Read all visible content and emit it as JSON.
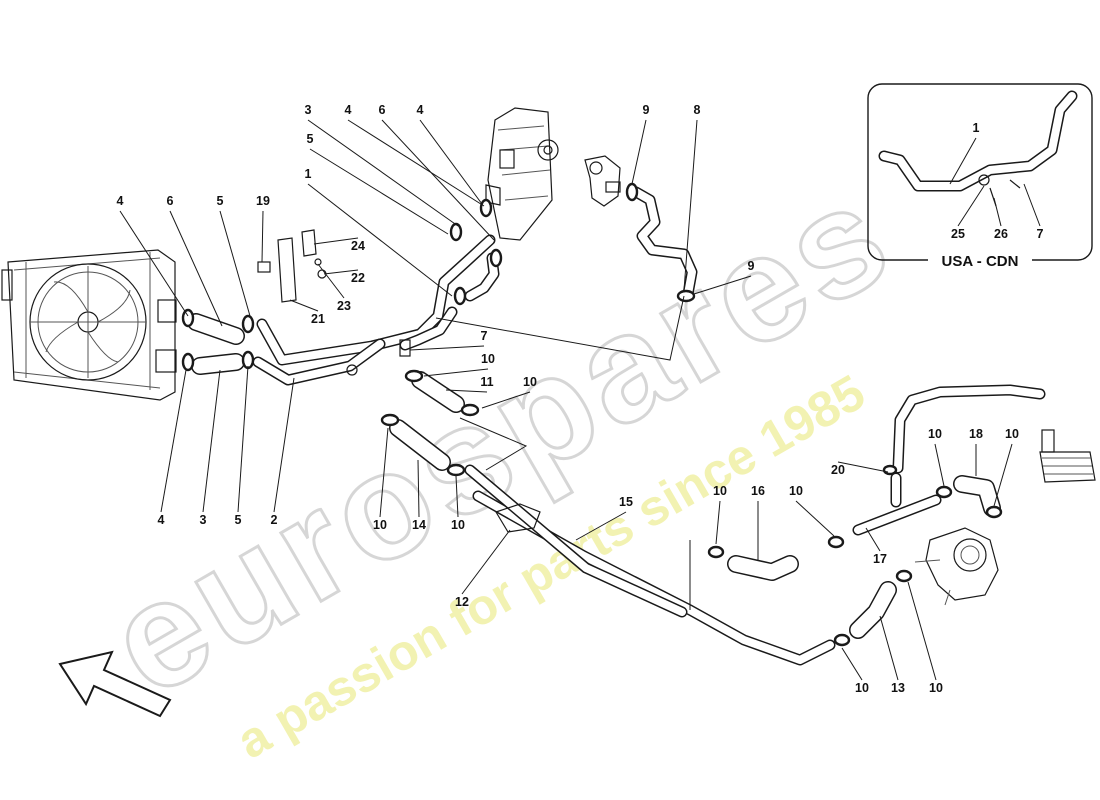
{
  "watermark": {
    "brand": "eurospares",
    "tagline": "a passion for parts since 1985"
  },
  "inset": {
    "title": "USA - CDN"
  },
  "labels": [
    {
      "text": "4"
    },
    {
      "text": "6"
    },
    {
      "text": "5"
    },
    {
      "text": "19"
    },
    {
      "text": "24"
    },
    {
      "text": "22"
    },
    {
      "text": "23"
    },
    {
      "text": "21"
    },
    {
      "text": "1"
    },
    {
      "text": "5"
    },
    {
      "text": "3"
    },
    {
      "text": "4"
    },
    {
      "text": "6"
    },
    {
      "text": "4"
    },
    {
      "text": "9"
    },
    {
      "text": "8"
    },
    {
      "text": "9"
    },
    {
      "text": "7"
    },
    {
      "text": "10"
    },
    {
      "text": "11"
    },
    {
      "text": "10"
    },
    {
      "text": "4"
    },
    {
      "text": "3"
    },
    {
      "text": "5"
    },
    {
      "text": "2"
    },
    {
      "text": "10"
    },
    {
      "text": "14"
    },
    {
      "text": "10"
    },
    {
      "text": "15"
    },
    {
      "text": "12"
    },
    {
      "text": "10"
    },
    {
      "text": "16"
    },
    {
      "text": "10"
    },
    {
      "text": "17"
    },
    {
      "text": "20"
    },
    {
      "text": "10"
    },
    {
      "text": "18"
    },
    {
      "text": "10"
    },
    {
      "text": "10"
    },
    {
      "text": "13"
    },
    {
      "text": "10"
    },
    {
      "text": "1"
    },
    {
      "text": "25"
    },
    {
      "text": "26"
    },
    {
      "text": "7"
    }
  ],
  "colors": {
    "line": "#1a1a1a",
    "watermark_grey": "#d6d6d6",
    "watermark_yellow": "#eeee99"
  }
}
